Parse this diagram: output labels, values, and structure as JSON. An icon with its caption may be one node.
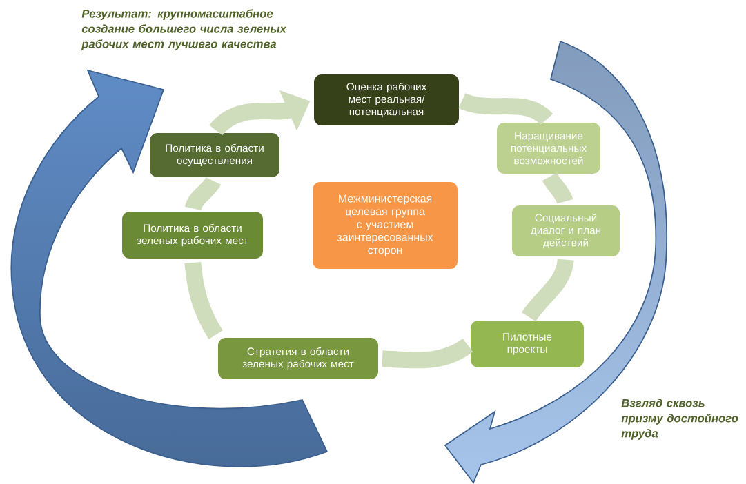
{
  "diagram": {
    "nodes": [
      {
        "text": [
          "Оценка рабочих мест реальная/ потенциальная"
        ]
      },
      {
        "text": [
          "Наращивание потенциальных возможностей"
        ]
      },
      {
        "text": [
          "Социальный диалог и план действий"
        ]
      },
      {
        "text": [
          "Пилотные проекты"
        ]
      },
      {
        "text": [
          "Стратегия в области зеленых рабочих мест"
        ]
      },
      {
        "text": [
          "Политика в области зеленых рабочих мест"
        ]
      },
      {
        "text": [
          "Политика в области осуществления"
        ]
      },
      {
        "text": [
          "Межминистерская целевая группа с участием заинтересованных сторон"
        ]
      }
    ],
    "edges": [
      {
        "from": 0,
        "to": 1,
        "arrow": "none"
      },
      {
        "from": 1,
        "to": 2,
        "arrow": "none"
      },
      {
        "from": 2,
        "to": 3,
        "arrow": "none"
      },
      {
        "from": 3,
        "to": 4,
        "arrow": "none"
      },
      {
        "from": 4,
        "to": 5,
        "arrow": "none"
      },
      {
        "from": 5,
        "to": 6,
        "arrow": "none"
      },
      {
        "from": 6,
        "to": 0,
        "arrow": "to"
      }
    ],
    "labels": [
      "Результат: крупномасштабное создание большего числа зеленых рабочих мест лучшего качества",
      "Взгляд сквозь призму достойного труда"
    ]
  }
}
